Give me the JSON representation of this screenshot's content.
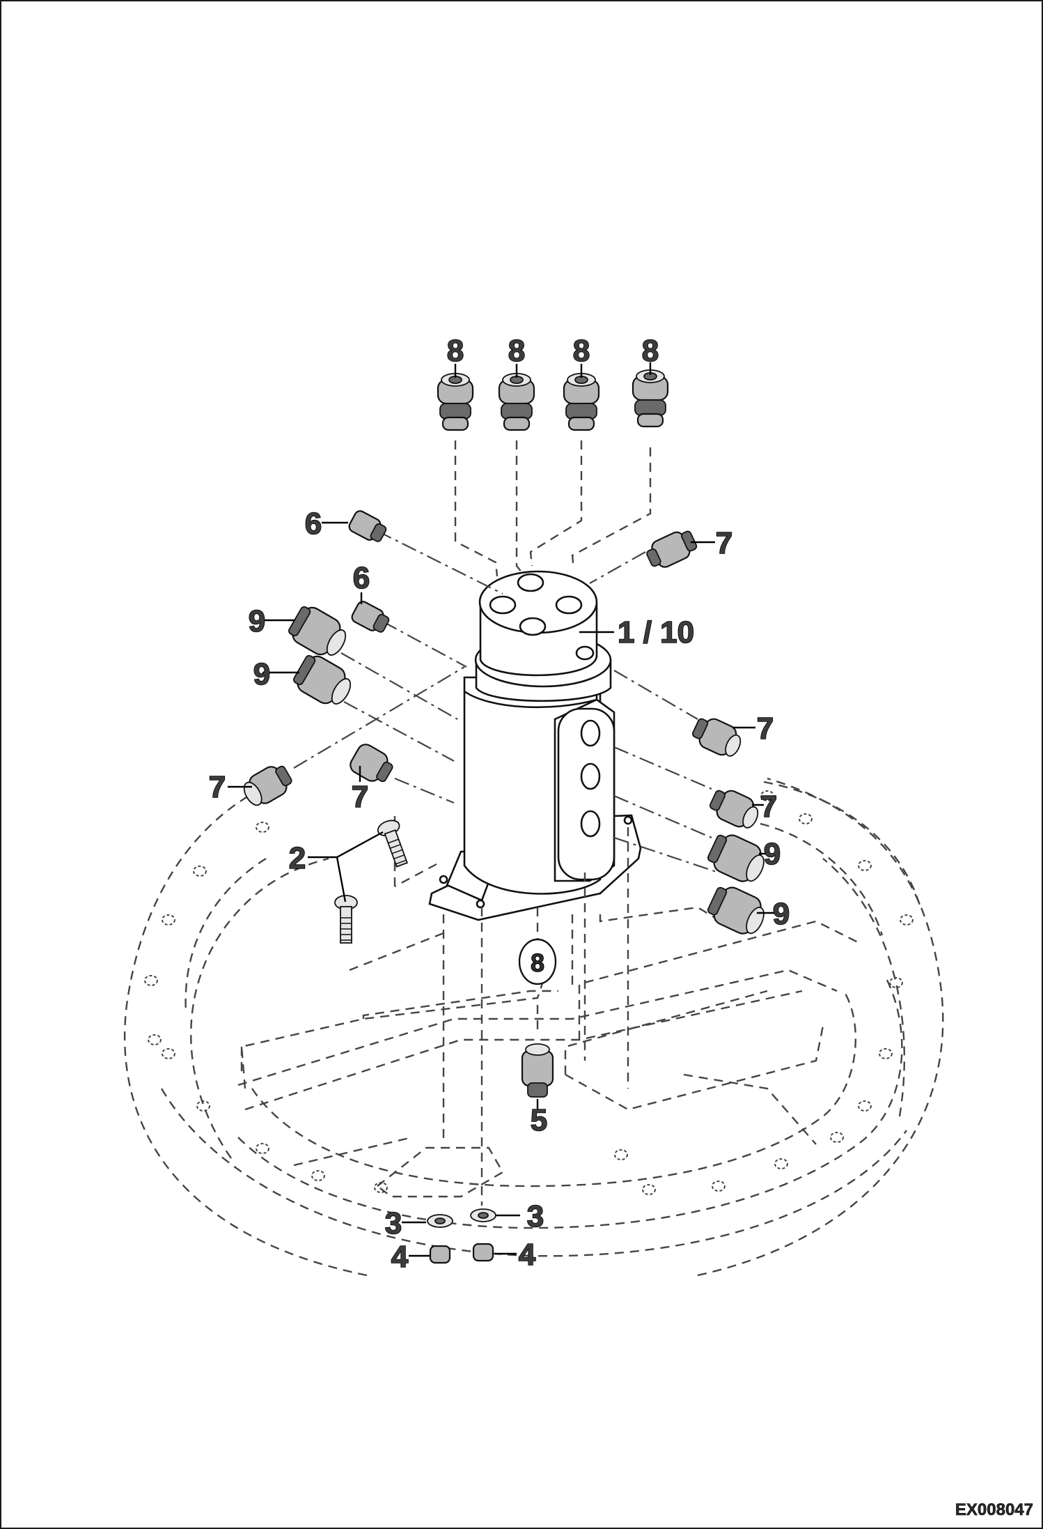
{
  "figure": {
    "callouts": {
      "c8a": "8",
      "c8b": "8",
      "c8c": "8",
      "c8d": "8",
      "c6a": "6",
      "c6b": "6",
      "c7a": "7",
      "c7b": "7",
      "c7c": "7",
      "c7d": "7",
      "c7e": "7",
      "c9a": "9",
      "c9b": "9",
      "c9c": "9",
      "c9d": "9",
      "c110": "1 / 10",
      "c2": "2",
      "c8circle": "8",
      "c5": "5",
      "c3a": "3",
      "c3b": "3",
      "c4a": "4",
      "c4b": "4"
    },
    "drawing_id": "EX008047"
  }
}
